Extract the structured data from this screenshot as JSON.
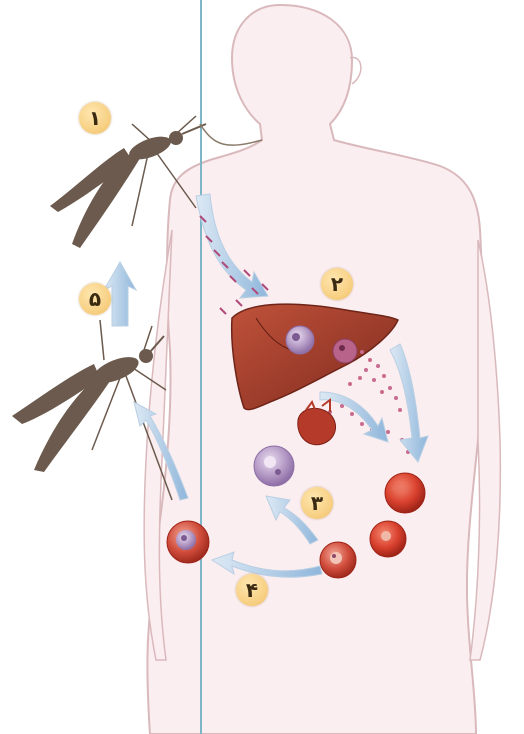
{
  "steps": [
    {
      "label": "۱"
    },
    {
      "label": "۲"
    },
    {
      "label": "۳"
    },
    {
      "label": "۴"
    },
    {
      "label": "۵"
    }
  ],
  "colors": {
    "body_fill": "#fbeef0",
    "body_outline": "#d9b9bc",
    "liver": "#a63a2a",
    "red_blood_cell": "#d9412e",
    "mosquito": "#6b5a4d",
    "arrow": "#a9c7e4",
    "divider_line": "#7fb6c7",
    "badge": "#f6cd7e"
  },
  "icons": [
    "mosquito-icon",
    "liver-icon",
    "red-blood-cell-icon",
    "arrow-icon"
  ]
}
